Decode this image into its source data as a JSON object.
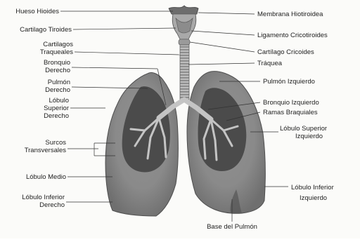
{
  "diagram": {
    "labels_left": {
      "hueso_hioides": "Hueso Hioides",
      "cartilago_tiroides": "Cartilago Tiroides",
      "cartilagos_traqueales_1": "Cartilagos",
      "cartilagos_traqueales_2": "Traqueales",
      "bronquio_derecho_1": "Bronquio",
      "bronquio_derecho_2": "Derecho",
      "pulmon_derecho_1": "Pulmón",
      "pulmon_derecho_2": "Derecho",
      "lobulo_superior_derecho_1": "Lóbulo",
      "lobulo_superior_derecho_2": "Superior",
      "lobulo_superior_derecho_3": "Derecho",
      "surcos_transversales_1": "Surcos",
      "surcos_transversales_2": "Transversales",
      "lobulo_medio": "Lóbulo Medio",
      "lobulo_inferior_derecho_1": "Lóbulo Inferior",
      "lobulo_inferior_derecho_2": "Derecho"
    },
    "labels_right": {
      "membrana_hiotiroidea": "Membrana Hiotiroidea",
      "ligamento_cricotiroides": "Ligamento Cricotiroides",
      "cartilago_cricoides": "Cartílago Cricoides",
      "traquea": "Tráquea",
      "pulmon_izquierdo": "Pulmón Izquierdo",
      "bronquio_izquierdo": "Bronquio Izquierdo",
      "ramas_braquiales": "Ramas Braquiales",
      "lobulo_superior_izquierdo_1": "Lóbulo Superior",
      "lobulo_superior_izquierdo_2": "Izquierdo",
      "lobulo_inferior_izquierdo_1": "Lóbulo Inferior",
      "lobulo_inferior_izquierdo_2": "Izquierdo"
    },
    "labels_bottom": {
      "base_del_pulmon": "Base del Pulmón"
    }
  }
}
